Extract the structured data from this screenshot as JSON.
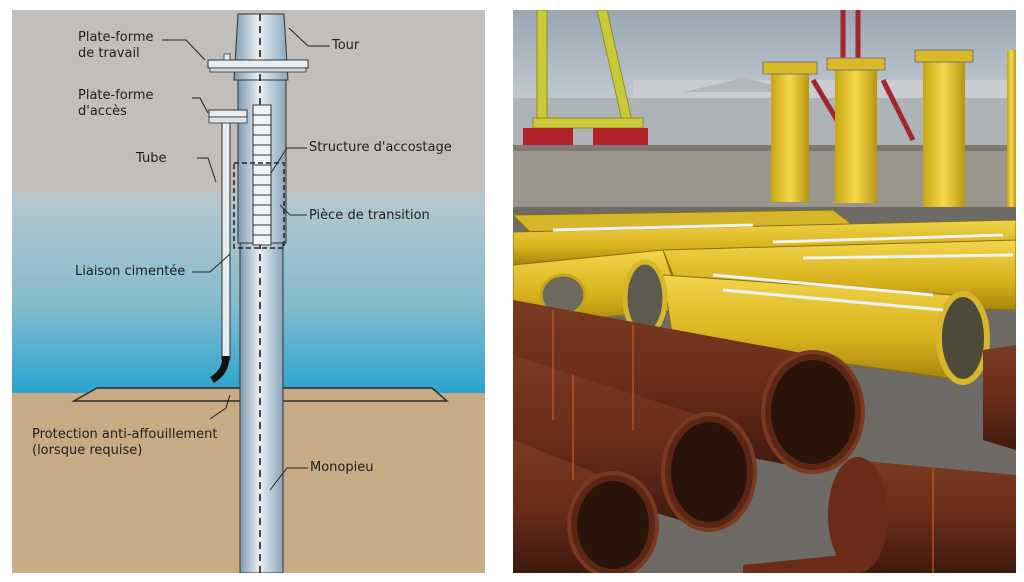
{
  "diagram": {
    "labels": {
      "work_platform": [
        "Plate-forme",
        "de travail"
      ],
      "access_platform": [
        "Plate-forme",
        "d'accès"
      ],
      "tube": "Tube",
      "grouted_connection": "Liaison cimentée",
      "scour_protection": [
        "Protection anti-affouillement",
        "(lorsque requise)"
      ],
      "tower": "Tour",
      "boat_landing": "Structure d'accostage",
      "transition_piece": "Pièce de transition",
      "monopile": "Monopieu"
    }
  },
  "photo": {
    "subject": "Monopiles and transition pieces stored at a fabrication yard"
  }
}
